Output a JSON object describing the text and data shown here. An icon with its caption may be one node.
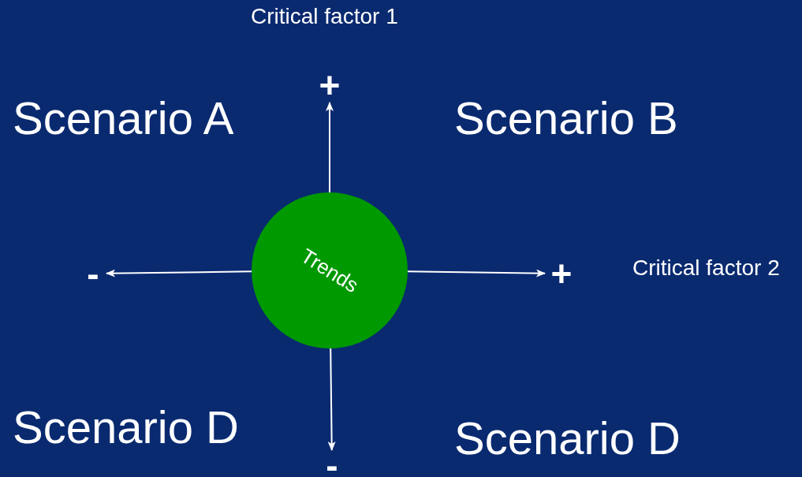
{
  "diagram": {
    "nodes": [
      {
        "text": [
          "Trends"
        ]
      },
      {
        "text": [
          "+"
        ]
      },
      {
        "text": [
          "-"
        ]
      },
      {
        "text": [
          "+"
        ]
      },
      {
        "text": [
          "-"
        ]
      }
    ],
    "edges": [
      {
        "from": 0,
        "to": 1,
        "arrow": "to"
      },
      {
        "from": 0,
        "to": 2,
        "arrow": "to"
      },
      {
        "from": 0,
        "to": 3,
        "arrow": "to"
      },
      {
        "from": 0,
        "to": 4,
        "arrow": "to"
      }
    ],
    "labels": [
      "Critical factor 1",
      "Scenario A",
      "Scenario B",
      "Critical factor 2",
      "Scenario D",
      "Scenario D"
    ]
  }
}
